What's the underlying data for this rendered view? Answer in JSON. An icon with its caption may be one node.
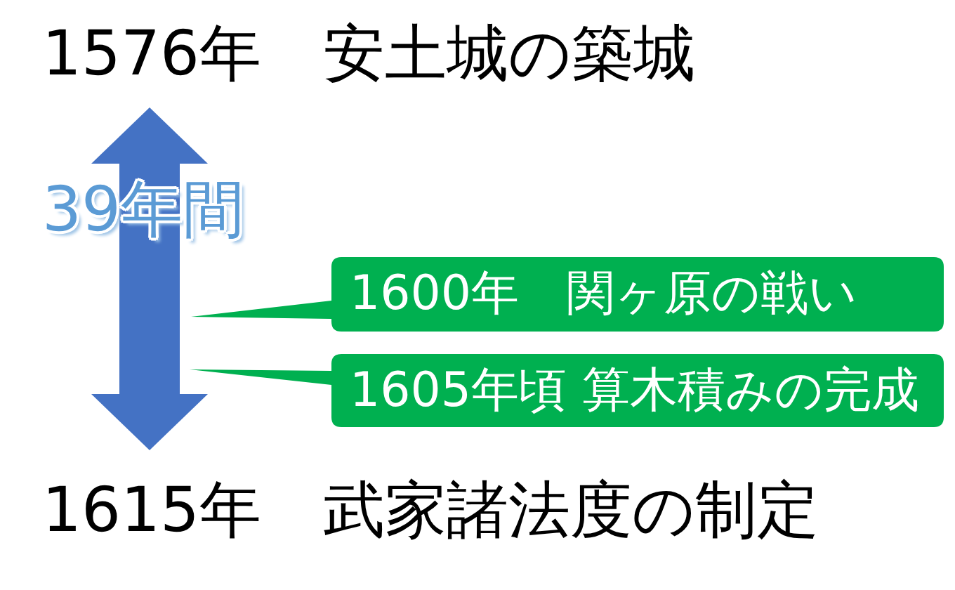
{
  "diagram": {
    "nodes": [
      {
        "text": [
          "1576年　安土城の築城"
        ]
      },
      {
        "text": [
          "1600年　関ヶ原の戦い"
        ]
      },
      {
        "text": [
          "1605年頃 算木積みの完成"
        ]
      },
      {
        "text": [
          "1615年　武家諸法度の制定"
        ]
      }
    ],
    "edges": [
      {
        "from": 0,
        "to": 3,
        "arrow": "both",
        "label": "39年間"
      }
    ]
  }
}
